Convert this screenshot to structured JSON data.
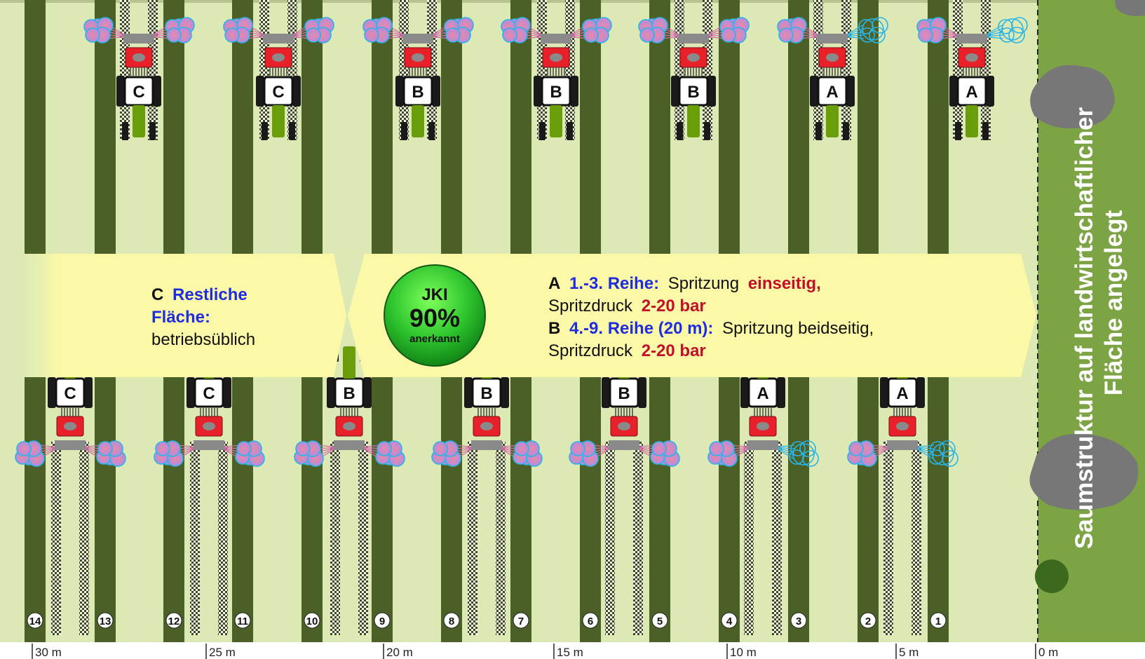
{
  "colors": {
    "field": "#dce9b4",
    "row": "#4b6026",
    "hedge": "#7da444",
    "rock": "#777777",
    "bush": "#3b6a1f",
    "callout": "#fbf8a8",
    "tractor_red": "#e8202a",
    "tractor_body": "#6a9d0a",
    "tire": "#1a1a1a",
    "spray": "#b58ad8",
    "spray_edge": "#2ab4e6",
    "label_blue": "#1f2de0",
    "label_red": "#c2102a",
    "jki_green": "#2ec42e"
  },
  "top_tractors": [
    {
      "label": "C",
      "spray": "both"
    },
    {
      "label": "C",
      "spray": "both"
    },
    {
      "label": "B",
      "spray": "both"
    },
    {
      "label": "B",
      "spray": "both"
    },
    {
      "label": "B",
      "spray": "both"
    },
    {
      "label": "A",
      "spray": "left"
    },
    {
      "label": "A",
      "spray": "left"
    }
  ],
  "bottom_tractors": [
    {
      "label": "C",
      "spray": "both"
    },
    {
      "label": "C",
      "spray": "both"
    },
    {
      "label": "B",
      "spray": "both"
    },
    {
      "label": "B",
      "spray": "both"
    },
    {
      "label": "B",
      "spray": "both"
    },
    {
      "label": "A",
      "spray": "left"
    },
    {
      "label": "A",
      "spray": "left"
    }
  ],
  "row_numbers": [
    "14",
    "13",
    "12",
    "11",
    "10",
    "9",
    "8",
    "7",
    "6",
    "5",
    "4",
    "3",
    "2",
    "1"
  ],
  "scale_labels": [
    "30 m",
    "25 m",
    "20 m",
    "15 m",
    "10 m",
    "5 m",
    "0 m"
  ],
  "callout_c": {
    "letter": "C",
    "title1": "Restliche",
    "title2": "Fläche:",
    "text": "betriebsüblich"
  },
  "jki": {
    "line1": "JKI",
    "line2": "90%",
    "line3": "anerkannt"
  },
  "callout_ab": {
    "a_letter": "A",
    "a_rows": "1.-3. Reihe:",
    "a_text": "Spritzung",
    "a_mode": "einseitig,",
    "a_pressure_label": "Spritzdruck",
    "a_pressure": "2-20 bar",
    "b_letter": "B",
    "b_rows": "4.-9. Reihe (20 m):",
    "b_text": "Spritzung beidseitig,",
    "b_pressure_label": "Spritzdruck",
    "b_pressure": "2-20 bar"
  },
  "hedge_label": {
    "line1": "Saumstruktur auf landwirtschaftlicher",
    "line2": "Fläche angelegt"
  }
}
